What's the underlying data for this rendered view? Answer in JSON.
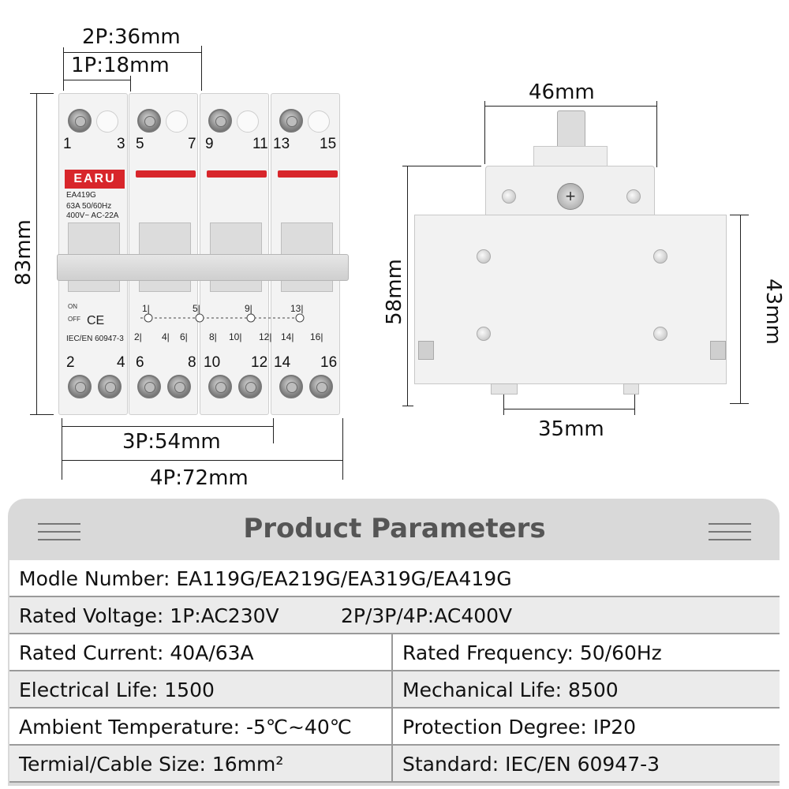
{
  "dimensions": {
    "two_pole": "2P:36mm",
    "one_pole": "1P:18mm",
    "height": "83mm",
    "three_pole": "3P:54mm",
    "four_pole": "4P:72mm",
    "side_width": "46mm",
    "side_height": "58mm",
    "side_right_height": "43mm",
    "rail_width": "35mm"
  },
  "device": {
    "brand": "EARU",
    "model": "EA419G",
    "rating": "63A 50/60Hz",
    "voltage": "400V~ AC-22A",
    "top_terminals": [
      "1",
      "3",
      "5",
      "7",
      "9",
      "11",
      "13",
      "15"
    ],
    "bottom_terminals": [
      "2",
      "4",
      "6",
      "8",
      "10",
      "12",
      "14",
      "16"
    ],
    "diagram_top": [
      "1|",
      "5|",
      "9|",
      "13|"
    ],
    "diagram_bottom": [
      "2|",
      "4|",
      "6|",
      "8|",
      "10|",
      "12|",
      "14|",
      "16|"
    ],
    "on_label": "ON",
    "off_label": "OFF",
    "ce_mark": "CE",
    "standard_mark": "IEC/EN 60947-3"
  },
  "table": {
    "title": "Product Parameters",
    "rows": [
      {
        "left": "Modle Number: EA119G/EA219G/EA319G/EA419G"
      },
      {
        "left": "Rated Voltage: 1P:AC230V",
        "extra": "2P/3P/4P:AC400V"
      },
      {
        "left": "Rated Current: 40A/63A",
        "right": "Rated Frequency: 50/60Hz"
      },
      {
        "left": "Electrical Life: 1500",
        "right": "Mechanical Life: 8500"
      },
      {
        "left": "Ambient Temperature: -5℃~40℃",
        "right": "Protection Degree: IP20"
      },
      {
        "left": "Termial/Cable Size: 16mm²",
        "right": "Standard: IEC/EN 60947-3"
      }
    ]
  }
}
